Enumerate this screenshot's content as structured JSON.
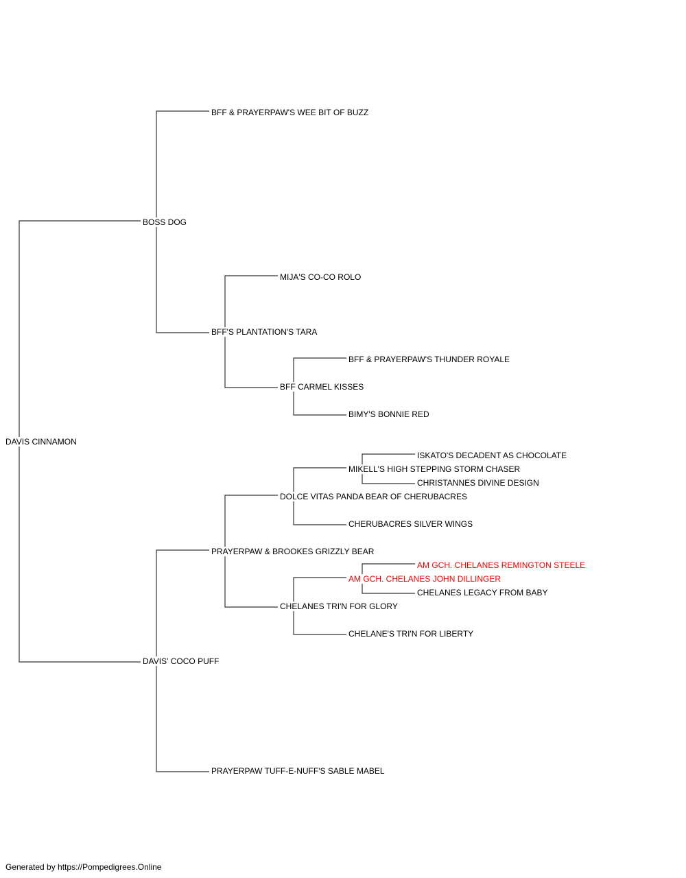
{
  "pedigree": {
    "subject": "DAVIS CINNAMON",
    "sire": "BOSS DOG",
    "dam": "DAVIS' COCO PUFF",
    "sire_sire": "BFF & PRAYERPAW'S WEE BIT OF BUZZ",
    "sire_dam": "BFF'S PLANTATION'S TARA",
    "sire_dam_sire": "MIJA'S CO-CO ROLO",
    "sire_dam_dam": "BFF CARMEL KISSES",
    "sire_dam_dam_sire": "BFF & PRAYERPAW'S THUNDER ROYALE",
    "sire_dam_dam_dam": "BIMY'S BONNIE RED",
    "dam_sire": "PRAYERPAW & BROOKES GRIZZLY BEAR",
    "dam_dam": "PRAYERPAW TUFF-E-NUFF'S SABLE MABEL",
    "dam_sire_sire": "DOLCE VITAS PANDA BEAR OF CHERUBACRES",
    "dam_sire_dam": "CHELANES TRI'N FOR GLORY",
    "dam_sire_sire_sire": "MIKELL'S HIGH STEPPING STORM CHASER",
    "dam_sire_sire_dam": "CHERUBACRES SILVER WINGS",
    "dam_sire_sire_sire_sire": "ISKATO'S DECADENT AS CHOCOLATE",
    "dam_sire_sire_sire_dam": "CHRISTANNES DIVINE DESIGN",
    "dam_sire_dam_sire": "AM GCH. CHELANES JOHN DILLINGER",
    "dam_sire_dam_dam": "CHELANE'S TRI'N FOR LIBERTY",
    "dam_sire_dam_sire_sire": "AM GCH. CHELANES REMINGTON STEELE",
    "dam_sire_dam_sire_dam": "CHELANES LEGACY FROM BABY"
  },
  "colors": {
    "line": "#333333",
    "text": "#000000",
    "highlight": "#ff0000"
  },
  "footer": "Generated by https://Pompedigrees.Online"
}
